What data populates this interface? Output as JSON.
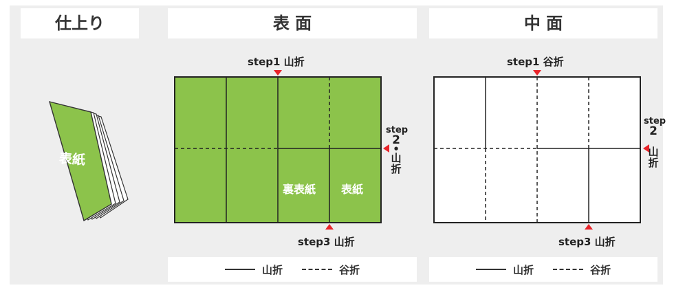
{
  "headers": {
    "finished": "仕上り",
    "front": "表 面",
    "inside": "中 面"
  },
  "booklet": {
    "cover_text": "表紙"
  },
  "front_panel": {
    "step1": "step1 山折",
    "step2_step": "step",
    "step2_num": "2",
    "step2_dot": "•",
    "step2_char1": "山",
    "step2_char2": "折",
    "step3": "step3 山折",
    "back_cover": "裏表紙",
    "cover": "表紙"
  },
  "inside_panel": {
    "step1": "step1 谷折",
    "step2_step": "step",
    "step2_num": "2",
    "step2_char1": "山",
    "step2_char2": "折",
    "step3": "step3 山折"
  },
  "legend": {
    "mountain": "山折",
    "valley": "谷折"
  },
  "colors": {
    "green": "#8cc34b",
    "marker_red": "#e8242a",
    "background": "#eeeeee"
  }
}
